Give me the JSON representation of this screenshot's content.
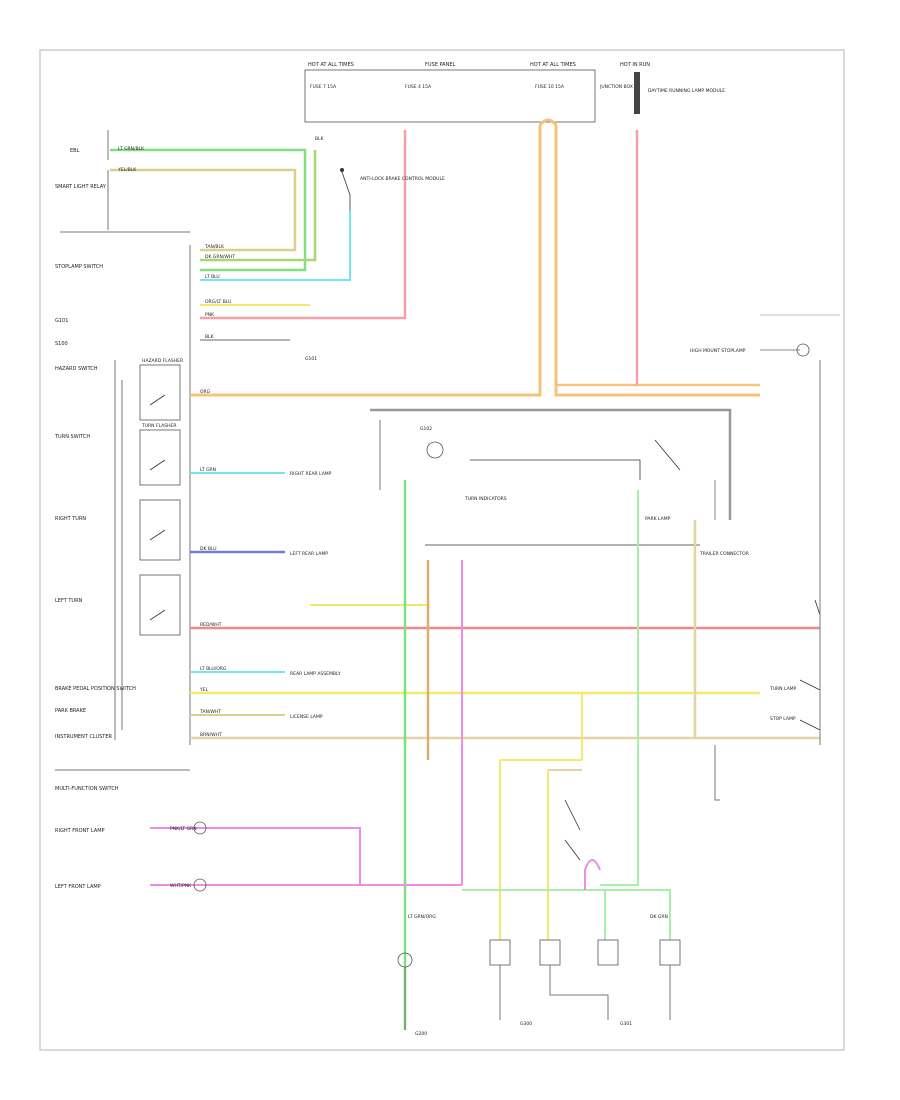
{
  "diagram": {
    "page_number": "",
    "labels": {
      "hot_at_all_times_1": "HOT AT ALL TIMES",
      "hot_at_all_times_2": "HOT AT ALL TIMES",
      "hot_in_run": "HOT IN RUN",
      "fuse_panel": "FUSE PANEL",
      "fuse_left": "FUSE 7 15A",
      "fuse_right": "FUSE 10 15A",
      "fuse_block": "FUSE 4 15A",
      "junction_box": "JUNCTION BOX",
      "ebl": "EBL",
      "smart_light_relay": "SMART LIGHT RELAY",
      "right_front_lamp": "RIGHT FRONT LAMP",
      "left_front_lamp": "LEFT FRONT LAMP",
      "high_mount_stoplamp": "HIGH MOUNT STOPLAMP",
      "multifunction_switch": "MULTI-FUNCTION SWITCH",
      "stoplamp_switch": "STOPLAMP SWITCH",
      "hazard_flasher": "HAZARD FLASHER",
      "turn_flasher": "TURN FLASHER",
      "anti_lock": "ANTI-LOCK BRAKE CONTROL MODULE",
      "daytime_running": "DAYTIME RUNNING LAMP MODULE",
      "ground_left": "G101",
      "ground_right": "G102",
      "ground_bottom_1": "G200",
      "ground_bottom_2": "G300",
      "ground_bottom_3": "G301",
      "license_lamp": "LICENSE LAMP",
      "rear_lamps": "REAR LAMP ASSEMBLY",
      "right_rear": "RIGHT REAR LAMP",
      "left_rear": "LEFT REAR LAMP",
      "trailer": "TRAILER CONNECTOR",
      "park_lamp": "PARK LAMP",
      "turn_lamp": "TURN LAMP",
      "stop_lamp": "STOP LAMP",
      "hazard_switch": "HAZARD SWITCH",
      "turn_switch": "TURN SWITCH",
      "right_turn": "RIGHT TURN",
      "left_turn": "LEFT TURN",
      "brake_switch": "BRAKE PEDAL POSITION SWITCH",
      "park_brake": "PARK BRAKE",
      "instrument_cluster": "INSTRUMENT CLUSTER",
      "turn_indicators": "TURN INDICATORS",
      "splice": "S100"
    },
    "wire_labels": {
      "w1": "LT GRN/BLK",
      "w2": "YEL/BLK",
      "w3": "DK GRN/WHT",
      "w4": "TAN/BLK",
      "w5": "LT BLU",
      "w6": "ORG/LT BLU",
      "w7": "PNK",
      "w8": "BLK",
      "w9": "ORG",
      "w10": "LT GRN",
      "w11": "DK BLU",
      "w12": "RED/WHT",
      "w13": "LT BLU/ORG",
      "w14": "YEL",
      "w15": "TAN/WHT",
      "w16": "PNK/LT GRN",
      "w17": "WHT/PNK",
      "w18": "BRN/WHT",
      "w19": "LT GRN/ORG",
      "w20": "DK GRN"
    },
    "colors": {
      "green": "#7ee07e",
      "olive": "#d9d08a",
      "yellow": "#f2ea6a",
      "cyan": "#72e6f0",
      "pink": "#f5a0a8",
      "orange": "#f7c37a",
      "tan": "#e2d4a6",
      "blue": "#6b7fd6",
      "red": "#f08a8a",
      "magenta": "#f08ce8",
      "light_green": "#a8f0a8",
      "black": "#333333",
      "gray": "#888888"
    }
  }
}
